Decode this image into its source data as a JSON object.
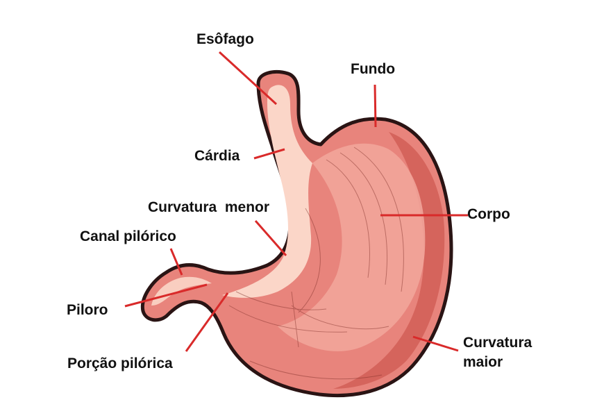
{
  "labels": {
    "esofago": "Esôfago",
    "fundo": "Fundo",
    "cardia": "Cárdia",
    "curvatura_menor": "Curvatura  menor",
    "corpo": "Corpo",
    "canal_pilorico": "Canal pilórico",
    "piloro": "Piloro",
    "porcao_pilorica": "Porção pilórica",
    "curvatura_maior_line1": "Curvatura",
    "curvatura_maior_line2": "maior"
  },
  "colors": {
    "leader_line": "#d92a2a",
    "outline": "#2a1414",
    "tissue_base": "#e8847c",
    "tissue_mid": "#f2a79c",
    "tissue_light": "#fbd6c8",
    "tissue_shadow": "#cf5a52",
    "text": "#111111"
  }
}
